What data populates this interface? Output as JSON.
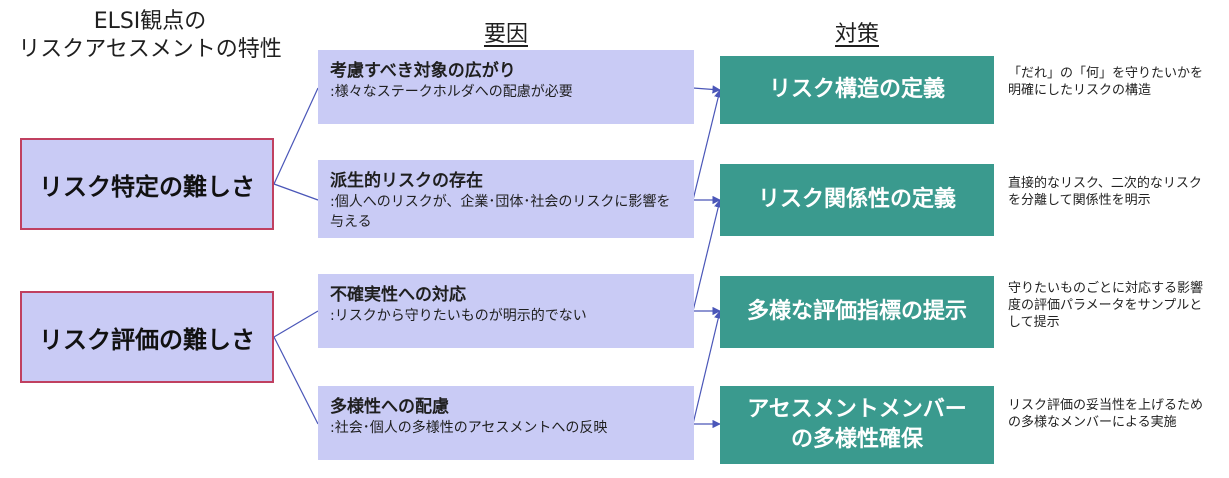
{
  "header": {
    "left_title_line1": "ELSI観点の",
    "left_title_line2": "リスクアセスメントの特性",
    "factors_title": "要因",
    "measures_title": "対策"
  },
  "characteristics": [
    {
      "label": "リスク特定の難しさ"
    },
    {
      "label": "リスク評価の難しさ"
    }
  ],
  "factors": [
    {
      "title": "考慮すべき対象の広がり",
      "desc": ":様々なステークホルダへの配慮が必要"
    },
    {
      "title": "派生的リスクの存在",
      "desc": ":個人へのリスクが、企業･団体･社会のリスクに影響を与える"
    },
    {
      "title": "不確実性への対応",
      "desc": ":リスクから守りたいものが明示的でない"
    },
    {
      "title": "多様性への配慮",
      "desc": ":社会･個人の多様性のアセスメントへの反映"
    }
  ],
  "measures": [
    {
      "label": "リスク構造の定義",
      "note": "「だれ」の「何」を守りたいかを明確にしたリスクの構造"
    },
    {
      "label": "リスク関係性の定義",
      "note": "直接的なリスク、二次的なリスクを分離して関係性を明示"
    },
    {
      "label": "多様な評価指標の提示",
      "note": "守りたいものごとに対応する影響度の評価パラメータをサンプルとして提示"
    },
    {
      "label": "アセスメントメンバーの多様性確保",
      "note": "リスク評価の妥当性を上げるための多様なメンバーによる実施"
    }
  ],
  "colors": {
    "factor_fill": "#c9cbf5",
    "characteristic_border": "#c04060",
    "measure_fill": "#3a9a8e",
    "connector": "#4a56b8"
  }
}
